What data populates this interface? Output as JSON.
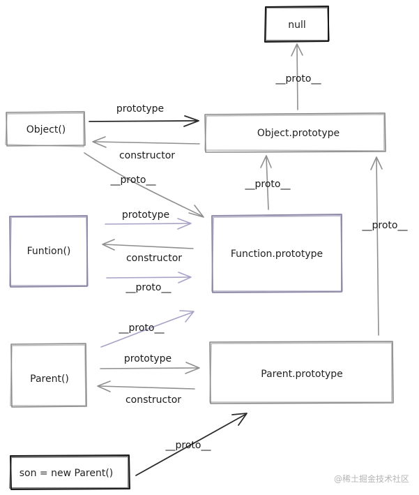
{
  "nodes": {
    "null": "null",
    "object_ctor": "Object()",
    "object_prototype": "Object.prototype",
    "function_ctor": "Funtion()",
    "function_prototype": "Function.prototype",
    "parent_ctor": "Parent()",
    "parent_prototype": "Parent.prototype",
    "son": "son = new Parent()"
  },
  "edge_labels": {
    "object_prototype_proto": "__proto__",
    "object_prototype": "prototype",
    "object_constructor": "constructor",
    "object_proto": "__proto__",
    "function_prototype_proto": "__proto__",
    "function_prototype": "prototype",
    "function_constructor": "constructor",
    "function_proto": "__proto__",
    "parent_proto": "__proto__",
    "parent_prototype": "prototype",
    "parent_constructor": "constructor",
    "parent_prototype_proto": "__proto__",
    "son_proto": "__proto__"
  },
  "watermark": "@稀土掘金技术社区",
  "colors": {
    "box_dark": "#1a1a1a",
    "box_gray": "#8a8a8a",
    "box_purple": "#8c86a6",
    "arrow_gray": "#8f8f8f",
    "arrow_dark": "#2b2b2b",
    "arrow_purple": "#a9a2c7"
  }
}
